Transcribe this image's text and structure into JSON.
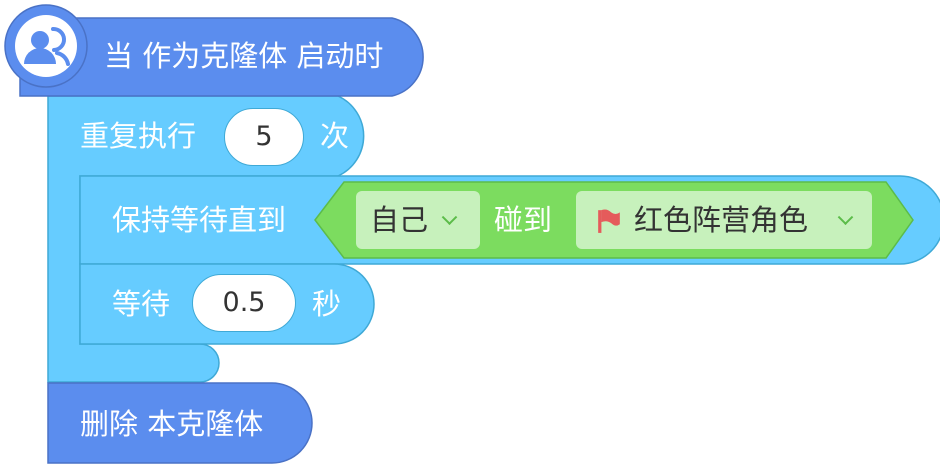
{
  "hat_block": {
    "icon": "users-icon",
    "label": "当 作为克隆体 启动时"
  },
  "repeat_block": {
    "label_before": "重复执行",
    "count": "5",
    "label_after": "次"
  },
  "wait_until_block": {
    "label": "保持等待直到",
    "touching_block": {
      "subject_dropdown": "自己",
      "label": "碰到",
      "target_icon": "flag-icon",
      "target_dropdown": "红色阵营角色"
    }
  },
  "wait_block": {
    "label_before": "等待",
    "seconds": "0.5",
    "label_after": "秒"
  },
  "delete_clone_block": {
    "label": "删除 本克隆体"
  },
  "colors": {
    "events": "#5b8dee",
    "events_border": "#4a72c6",
    "control": "#66ccff",
    "control_border": "#3fa9d6",
    "sensing": "#7cdc5f",
    "sensing_border": "#5cbc49",
    "dropdown": "#c7f1bc",
    "flag": "#e55b5b"
  }
}
